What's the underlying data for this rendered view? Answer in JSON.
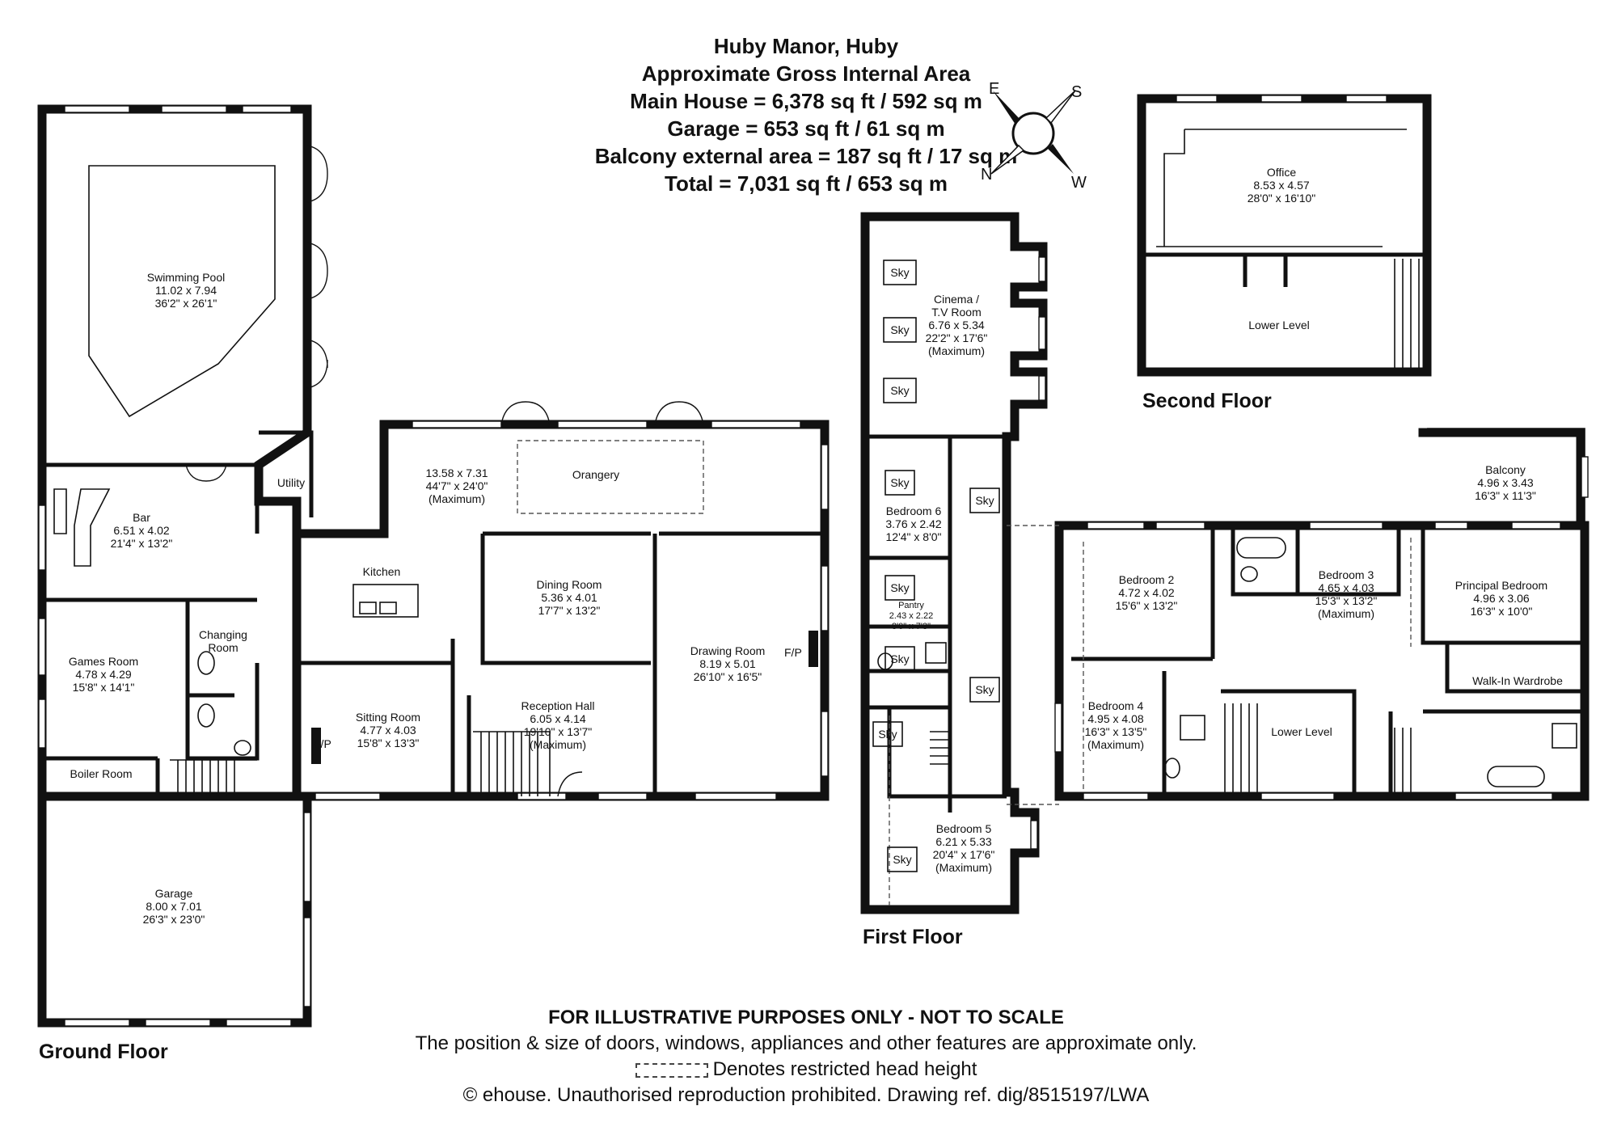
{
  "header": {
    "title": "Huby Manor, Huby",
    "subtitle": "Approximate Gross Internal Area",
    "areas": [
      "Main House = 6,378 sq ft / 592 sq m",
      "Garage = 653 sq ft / 61 sq m",
      "Balcony external area = 187 sq ft / 17 sq m",
      "Total = 7,031 sq ft / 653 sq m"
    ]
  },
  "compass": {
    "e": "E",
    "s": "S",
    "n": "N",
    "w": "W"
  },
  "floors": {
    "ground": "Ground Floor",
    "first": "First Floor",
    "second": "Second Floor"
  },
  "rooms": {
    "pool": [
      "Swimming Pool",
      "11.02 x 7.94",
      "36'2\" x 26'1\""
    ],
    "bar": [
      "Bar",
      "6.51 x 4.02",
      "21'4\" x 13'2\""
    ],
    "utility": [
      "Utility"
    ],
    "kitchen_area": [
      "13.58 x 7.31",
      "44'7\" x 24'0\"",
      "(Maximum)"
    ],
    "orangery": [
      "Orangery"
    ],
    "kitchen": [
      "Kitchen"
    ],
    "dining": [
      "Dining Room",
      "5.36 x 4.01",
      "17'7\" x 13'2\""
    ],
    "drawing": [
      "Drawing Room",
      "8.19 x 5.01",
      "26'10\" x 16'5\""
    ],
    "games": [
      "Games Room",
      "4.78 x 4.29",
      "15'8\" x 14'1\""
    ],
    "changing": [
      "Changing",
      "Room"
    ],
    "sitting": [
      "Sitting Room",
      "4.77 x 4.03",
      "15'8\" x 13'3\""
    ],
    "reception": [
      "Reception Hall",
      "6.05 x 4.14",
      "19'10\" x 13'7\"",
      "(Maximum)"
    ],
    "boiler": [
      "Boiler Room"
    ],
    "garage": [
      "Garage",
      "8.00 x 7.01",
      "26'3\" x 23'0\""
    ],
    "cinema": [
      "Cinema /",
      "T.V Room",
      "6.76 x 5.34",
      "22'2\" x 17'6\"",
      "(Maximum)"
    ],
    "bed6": [
      "Bedroom 6",
      "3.76 x 2.42",
      "12'4\" x 8'0\""
    ],
    "pantry": [
      "Pantry",
      "2.43 x 2.22",
      "8'0\" x 7'3\""
    ],
    "bed5": [
      "Bedroom 5",
      "6.21 x 5.33",
      "20'4\" x 17'6\"",
      "(Maximum)"
    ],
    "bed2": [
      "Bedroom 2",
      "4.72 x 4.02",
      "15'6\" x 13'2\""
    ],
    "bed3": [
      "Bedroom 3",
      "4.65 x 4.03",
      "15'3\" x 13'2\"",
      "(Maximum)"
    ],
    "balcony": [
      "Balcony",
      "4.96 x 3.43",
      "16'3\" x 11'3\""
    ],
    "principal": [
      "Principal Bedroom",
      "4.96 x 3.06",
      "16'3\" x 10'0\""
    ],
    "walkin": [
      "Walk-In Wardrobe"
    ],
    "bed4": [
      "Bedroom 4",
      "4.95 x 4.08",
      "16'3\" x 13'5\"",
      "(Maximum)"
    ],
    "lower1": [
      "Lower Level"
    ],
    "office": [
      "Office",
      "8.53 x 4.57",
      "28'0\" x 16'10\""
    ],
    "lower2": [
      "Lower Level"
    ]
  },
  "marks": {
    "fp": "F/P",
    "sky": "Sky"
  },
  "footer": {
    "disclaimer": "FOR ILLUSTRATIVE PURPOSES ONLY - NOT TO SCALE",
    "note": "The position & size of doors, windows, appliances and other features are approximate only.",
    "legend": "Denotes restricted head height",
    "copyright": "© ehouse. Unauthorised reproduction prohibited. Drawing ref. dig/8515197/LWA"
  }
}
